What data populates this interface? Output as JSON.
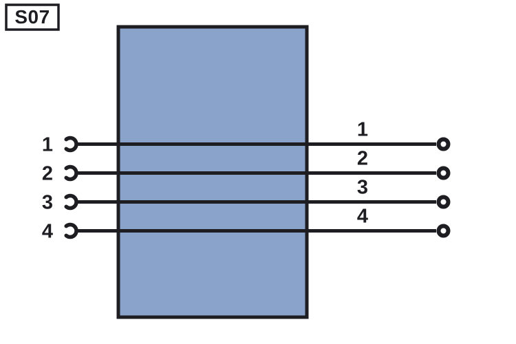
{
  "title_box": {
    "label": "S07"
  },
  "diagram": {
    "component": "connector-block",
    "left_pins": [
      "1",
      "2",
      "3",
      "4"
    ],
    "right_pins": [
      "1",
      "2",
      "3",
      "4"
    ],
    "wire_count": 4
  },
  "colors": {
    "line": "#1d1d22",
    "component_fill": "#89a3cb",
    "background": "#ffffff"
  }
}
